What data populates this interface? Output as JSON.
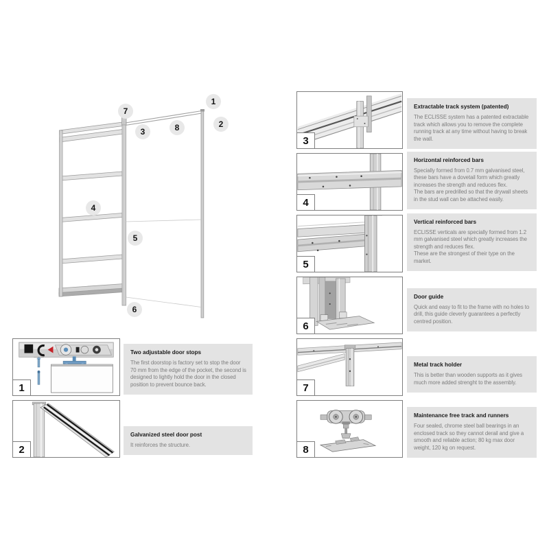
{
  "colors": {
    "panel_bg": "#e3e3e3",
    "body_color": "#7d7d7d",
    "border_color": "#7e7e7e",
    "callout_bg": "#e8e8e8",
    "accent_red": "#c42127",
    "accent_blue": "#5b8db8",
    "metal_light": "#e2e2e2",
    "metal_mid": "#c0c0c0",
    "metal_dark": "#8a8a8a"
  },
  "diagram": {
    "name": "pocket-door-frame-exploded-view",
    "callouts": [
      {
        "n": "1"
      },
      {
        "n": "2"
      },
      {
        "n": "3"
      },
      {
        "n": "4"
      },
      {
        "n": "5"
      },
      {
        "n": "6"
      },
      {
        "n": "7"
      },
      {
        "n": "8"
      }
    ]
  },
  "panels_left": [
    {
      "number": "1",
      "title": "Two adjustable door stops",
      "body": "The first doorstop is factory set to stop the door 70 mm from the edge of the pocket, the second is designed to lightly hold the door in the closed position to prevent bounce back.",
      "image": "door-stops-illustration"
    },
    {
      "number": "2",
      "title": "Galvanized steel door post",
      "body": "It reinforces the structure.",
      "image": "door-post-illustration"
    }
  ],
  "panels_right": [
    {
      "number": "3",
      "title": "Extractable track system (patented)",
      "body": "The ECLISSE system has a patented extractable track which allows you to remove the complete running track at any time without having to break the wall.",
      "image": "extractable-track-illustration"
    },
    {
      "number": "4",
      "title": "Horizontal reinforced bars",
      "body": "Specially formed from 0.7 mm galvanised steel, these bars have a dovetail form which greatly increases the strength and reduces flex.\nThe bars are predrilled so that the drywall sheets in the stud wall can be attached easily.",
      "image": "horizontal-bars-illustration"
    },
    {
      "number": "5",
      "title": "Vertical reinforced bars",
      "body": "ECLISSE verticals are specially formed from 1.2 mm galvanised steel which greatly increases the strength and reduces flex.\nThese are the strongest of their type on the market.",
      "image": "vertical-bars-illustration"
    },
    {
      "number": "6",
      "title": "Door guide",
      "body": "Quick and easy to fit to the frame with no holes to drill, this guide cleverly guarantees a perfectly centred position.",
      "image": "door-guide-illustration"
    },
    {
      "number": "7",
      "title": "Metal track holder",
      "body": "This is better than wooden supports as it gives much more added strenght to the assembly.",
      "image": "track-holder-illustration"
    },
    {
      "number": "8",
      "title": "Maintenance free track and runners",
      "body": "Four sealed, chrome steel ball bearings in an enclosed track so they cannot derail and give a smooth and reliable action; 80 kg max door weight, 120 kg on request.",
      "image": "runners-illustration"
    }
  ]
}
